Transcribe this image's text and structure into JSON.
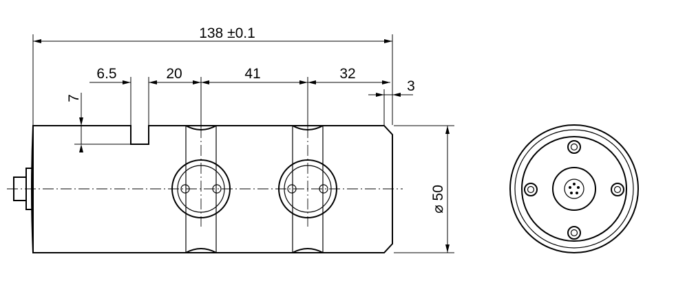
{
  "drawing": {
    "overall_length": "138 ±0.1",
    "slot_width": "6.5",
    "groove_spacing_1": "20",
    "groove_spacing_2": "41",
    "groove_spacing_3": "32",
    "chamfer": "3",
    "slot_depth": "7",
    "diameter": "⌀ 50"
  }
}
